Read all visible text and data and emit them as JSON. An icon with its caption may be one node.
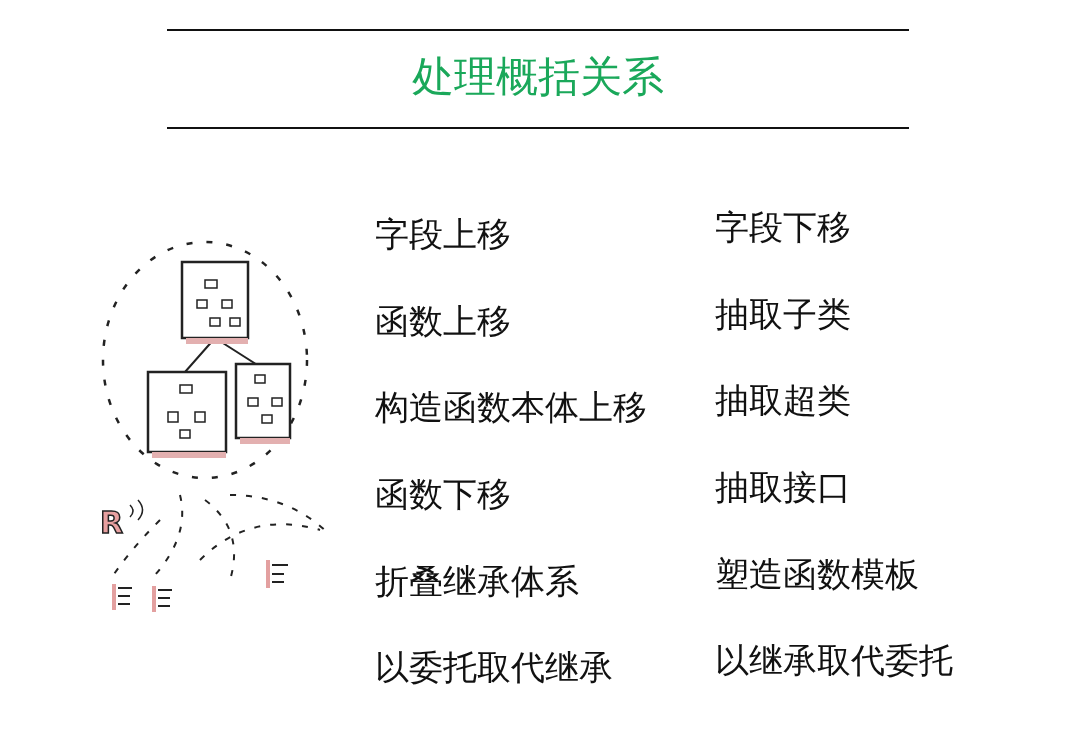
{
  "diagram": {
    "title": "处理概括关系",
    "labels": [
      "字段上移",
      "字段下移",
      "函数上移",
      "抽取子类",
      "构造函数本体上移",
      "抽取超类",
      "函数下移",
      "抽取接口",
      "折叠继承体系",
      "塑造函数模板",
      "以委托取代继承",
      "以继承取代委托",
      "R"
    ]
  }
}
